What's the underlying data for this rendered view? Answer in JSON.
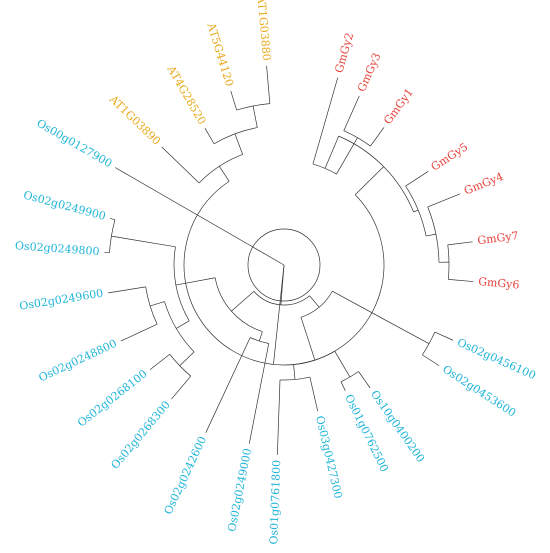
{
  "tree": {
    "colors": {
      "arabidopsis": "#E8A818",
      "soybean": "#E8423A",
      "rice": "#1EB4D8"
    },
    "leaves": [
      {
        "id": "GmGy2",
        "label": "GmGy2",
        "group": "soybean"
      },
      {
        "id": "GmGy3",
        "label": "GmGy3",
        "group": "soybean"
      },
      {
        "id": "GmGy1",
        "label": "GmGy1",
        "group": "soybean"
      },
      {
        "id": "GmGy5",
        "label": "GmGy5",
        "group": "soybean"
      },
      {
        "id": "GmGy4",
        "label": "GmGy4",
        "group": "soybean"
      },
      {
        "id": "GmGy7",
        "label": "GmGy7",
        "group": "soybean"
      },
      {
        "id": "GmGy6",
        "label": "GmGy6",
        "group": "soybean"
      },
      {
        "id": "Os02g0456100",
        "label": "Os02g0456100",
        "group": "rice"
      },
      {
        "id": "Os02g0453600",
        "label": "Os02g0453600",
        "group": "rice"
      },
      {
        "id": "Os10g0400200",
        "label": "Os10g0400200",
        "group": "rice"
      },
      {
        "id": "Os01g0762500",
        "label": "Os01g0762500",
        "group": "rice"
      },
      {
        "id": "Os03g0427300",
        "label": "Os03g0427300",
        "group": "rice"
      },
      {
        "id": "Os01g0761800",
        "label": "Os01g0761800",
        "group": "rice"
      },
      {
        "id": "Os02g0249000",
        "label": "Os02g0249000",
        "group": "rice"
      },
      {
        "id": "Os02g0242600",
        "label": "Os02g0242600",
        "group": "rice"
      },
      {
        "id": "Os02g0268300",
        "label": "Os02g0268300",
        "group": "rice"
      },
      {
        "id": "Os02g0268100",
        "label": "Os02g0268100",
        "group": "rice"
      },
      {
        "id": "Os02g0248800",
        "label": "Os02g0248800",
        "group": "rice"
      },
      {
        "id": "Os02g0249600",
        "label": "Os02g0249600",
        "group": "rice"
      },
      {
        "id": "Os02g0249800",
        "label": "Os02g0249800",
        "group": "rice"
      },
      {
        "id": "Os02g0249900",
        "label": "Os02g0249900",
        "group": "rice"
      },
      {
        "id": "Os00g0127900",
        "label": "Os00g0127900",
        "group": "rice"
      },
      {
        "id": "AT1G03890",
        "label": "AT1G03890",
        "group": "arabidopsis"
      },
      {
        "id": "AT4G28520",
        "label": "AT4G28520",
        "group": "arabidopsis"
      },
      {
        "id": "AT5G44120",
        "label": "AT5G44120",
        "group": "arabidopsis"
      },
      {
        "id": "AT1G03880",
        "label": "AT1G03880",
        "group": "arabidopsis"
      }
    ]
  }
}
